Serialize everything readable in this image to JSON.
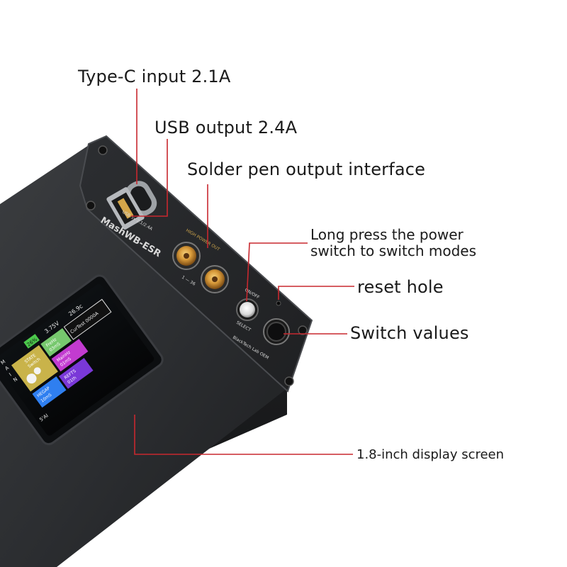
{
  "callouts": {
    "typec_input": "Type-C input 2.1A",
    "usb_output": "USB output 2.4A",
    "solder_pen": "Solder pen output interface",
    "power_switch_line1": "Long press the power",
    "power_switch_line2": "switch to switch modes",
    "reset_hole": "reset hole",
    "switch_values": "Switch values",
    "display_screen": "1.8-inch display screen"
  },
  "device": {
    "brand": "MashWB-ESR",
    "usb_rating": "USB 5v 2.1/2.4A",
    "high_power_out": "HIGH POWER OUT",
    "range": "1 — 36",
    "on_off": "ON/OFF",
    "select": "SELECT",
    "maker": "BlackTech Lab OEM"
  },
  "screen": {
    "side_menu": [
      "M",
      "A",
      "I",
      "N"
    ],
    "side_status": "5'AI",
    "battery": "26%",
    "voltage": "3.75V",
    "temperature": "26.9c",
    "tiles": {
      "state_line1": "STATE",
      "state_line2": "Switch",
      "freq_line1": "FreHz",
      "freq_line2": "03mS",
      "curtest": "CurTest 0000A",
      "hegap_line1": "HEGAP",
      "hegap_line2": "10mS",
      "main_line1": "MainHz",
      "main_line2": "01mS",
      "refts_line1": "REFTS",
      "refts_line2": "01th"
    }
  },
  "colors": {
    "leader_line": "#c8282f",
    "body": "#2a2c2e",
    "copper": "#d89a3a",
    "tile_yellow": "#c9b34a",
    "tile_green": "#77c86e",
    "tile_blue": "#2f7ff0",
    "tile_magenta": "#c23bd0",
    "tile_purple": "#7a38d8",
    "battery_green": "#4cc94c"
  }
}
